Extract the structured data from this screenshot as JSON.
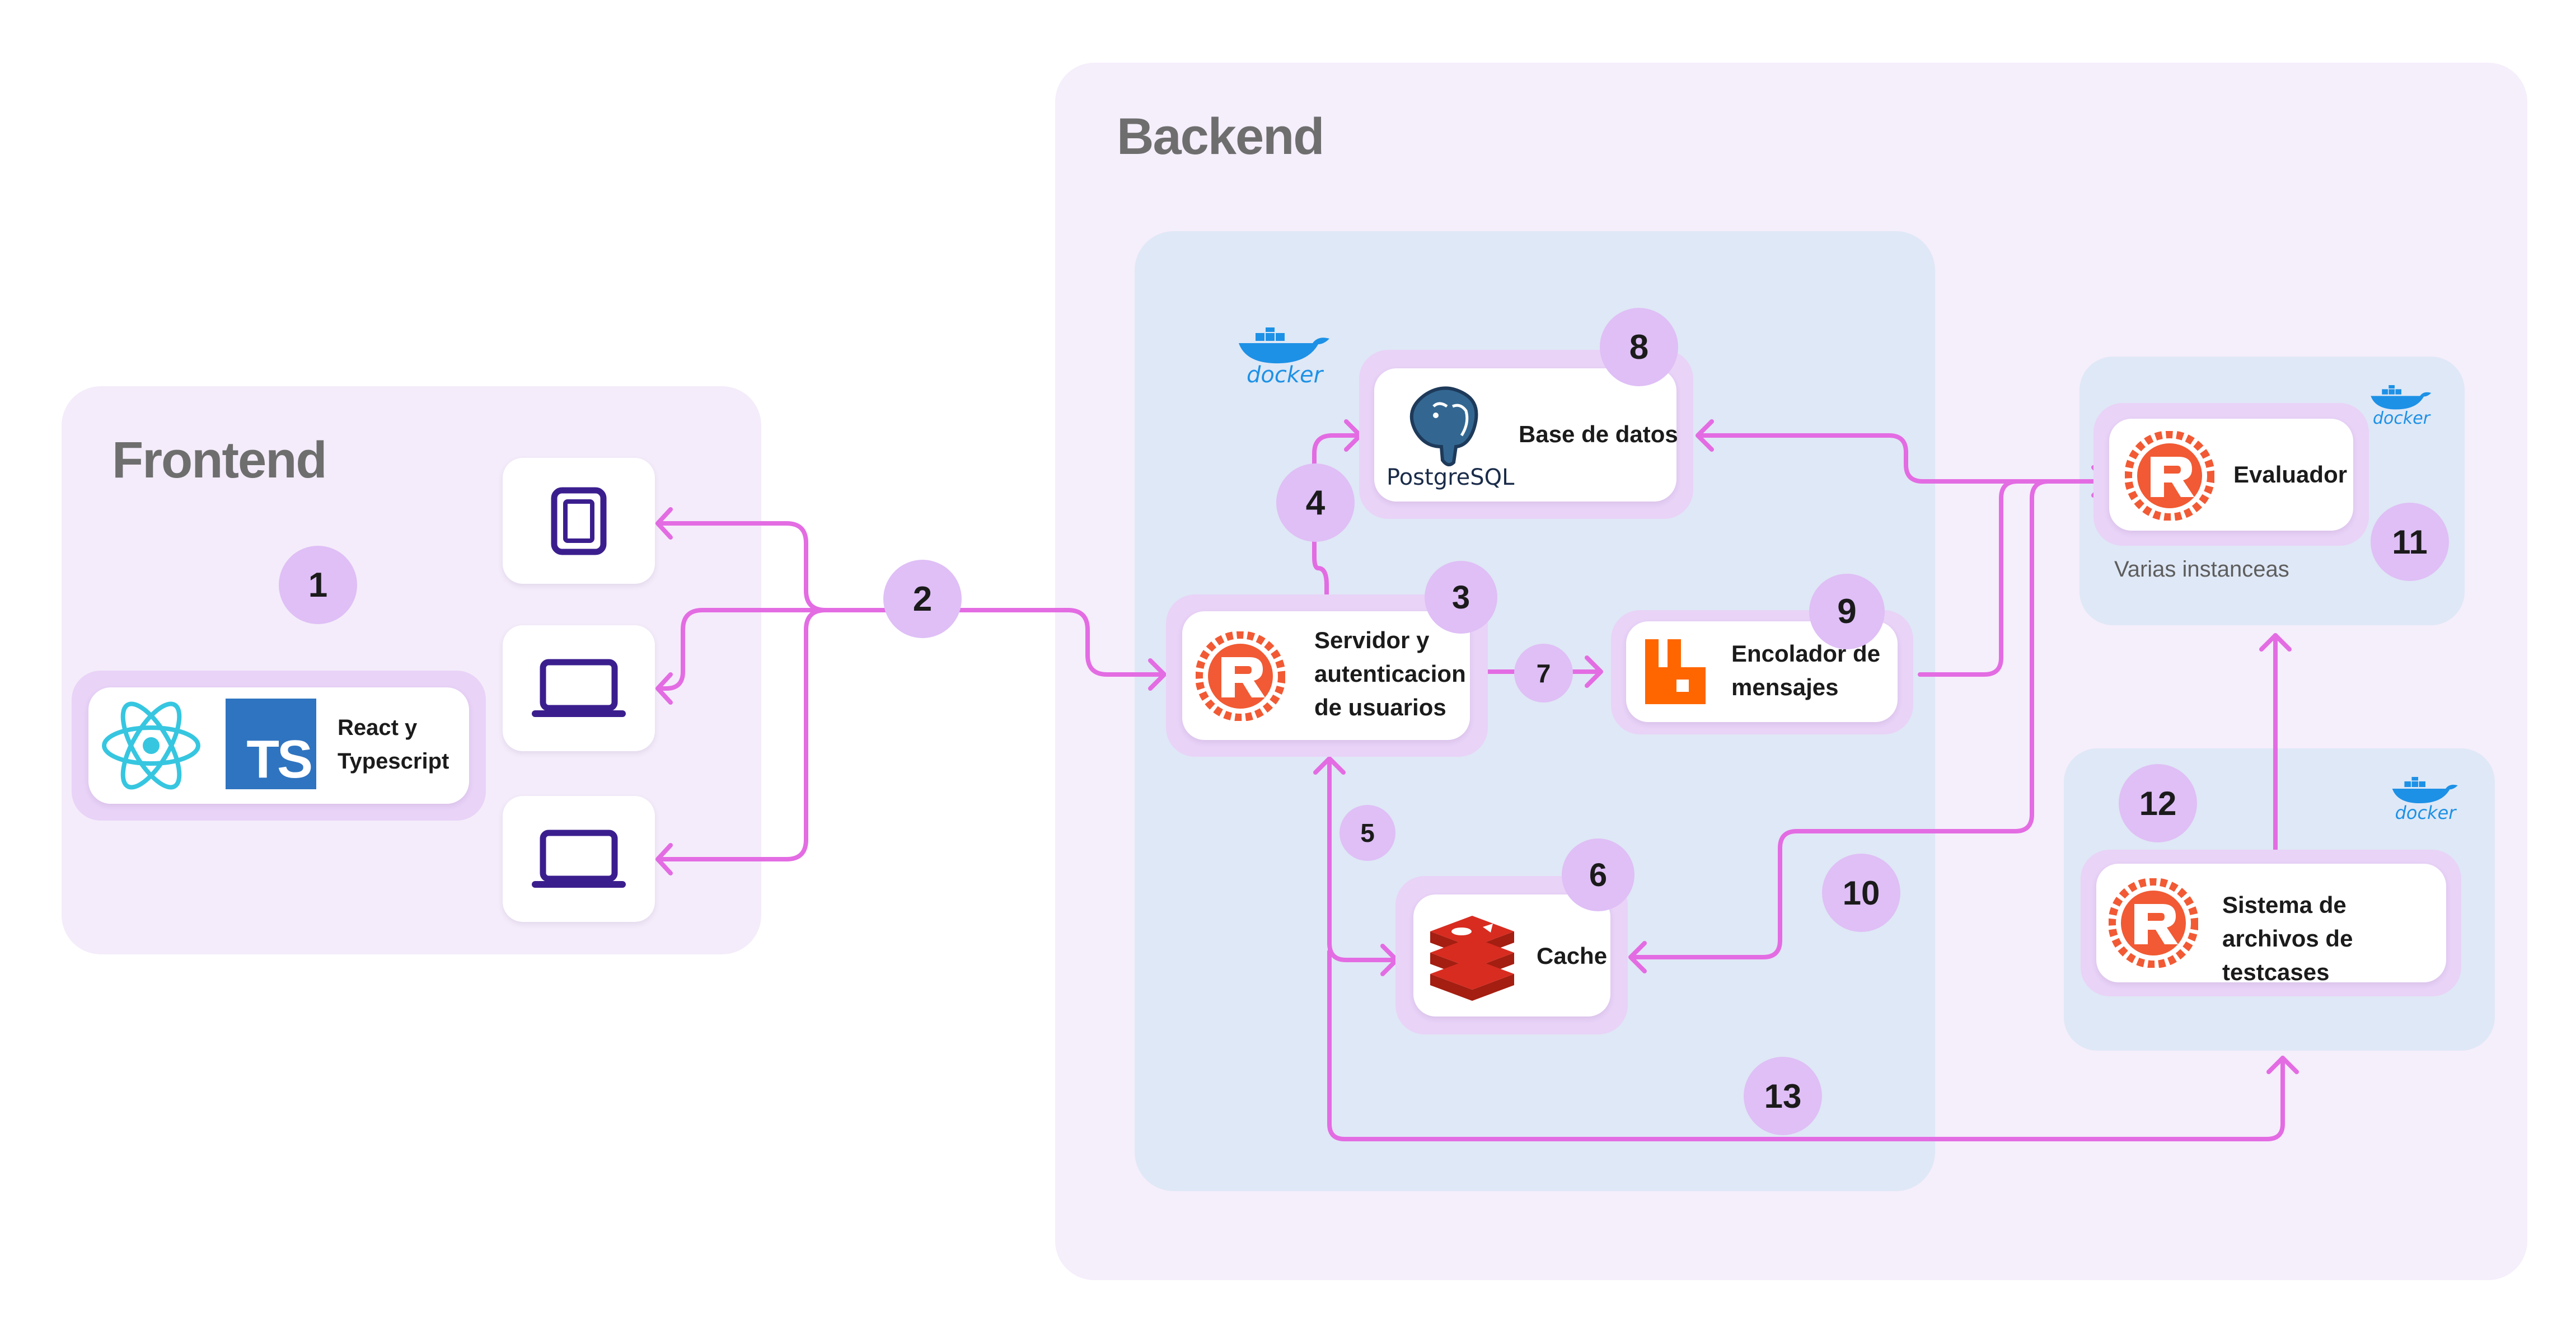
{
  "zones": {
    "frontend": "Frontend",
    "backend": "Backend"
  },
  "nodes": {
    "client": "React y Typescript",
    "server": "Servidor y autenticacion de usuarios",
    "database": "Base de datos",
    "database_logo": "PostgreSQL",
    "queue": "Encolador de mensajes",
    "cache": "Cache",
    "evaluator": "Evaluador",
    "evaluator_note": "Varias instanceas",
    "filesystem": "Sistema de archivos de testcases",
    "ts_logo": "TS"
  },
  "docker_label": "docker",
  "badges": [
    "1",
    "2",
    "3",
    "4",
    "5",
    "6",
    "7",
    "8",
    "9",
    "10",
    "11",
    "12",
    "13"
  ],
  "colors": {
    "accent": "#e36ce3",
    "badge": "#dfbff6",
    "device": "#3b1e8e",
    "rust": "#f15a34",
    "redis": "#c6302b",
    "rabbit": "#ff6600",
    "docker": "#1d91e6",
    "react": "#36c6e0",
    "ts": "#2f74c0"
  },
  "icons": [
    "react-logo-icon",
    "typescript-logo-icon",
    "tablet-icon",
    "laptop-icon",
    "rust-logo-icon",
    "postgresql-logo-icon",
    "rabbitmq-logo-icon",
    "redis-logo-icon",
    "docker-logo-icon"
  ]
}
